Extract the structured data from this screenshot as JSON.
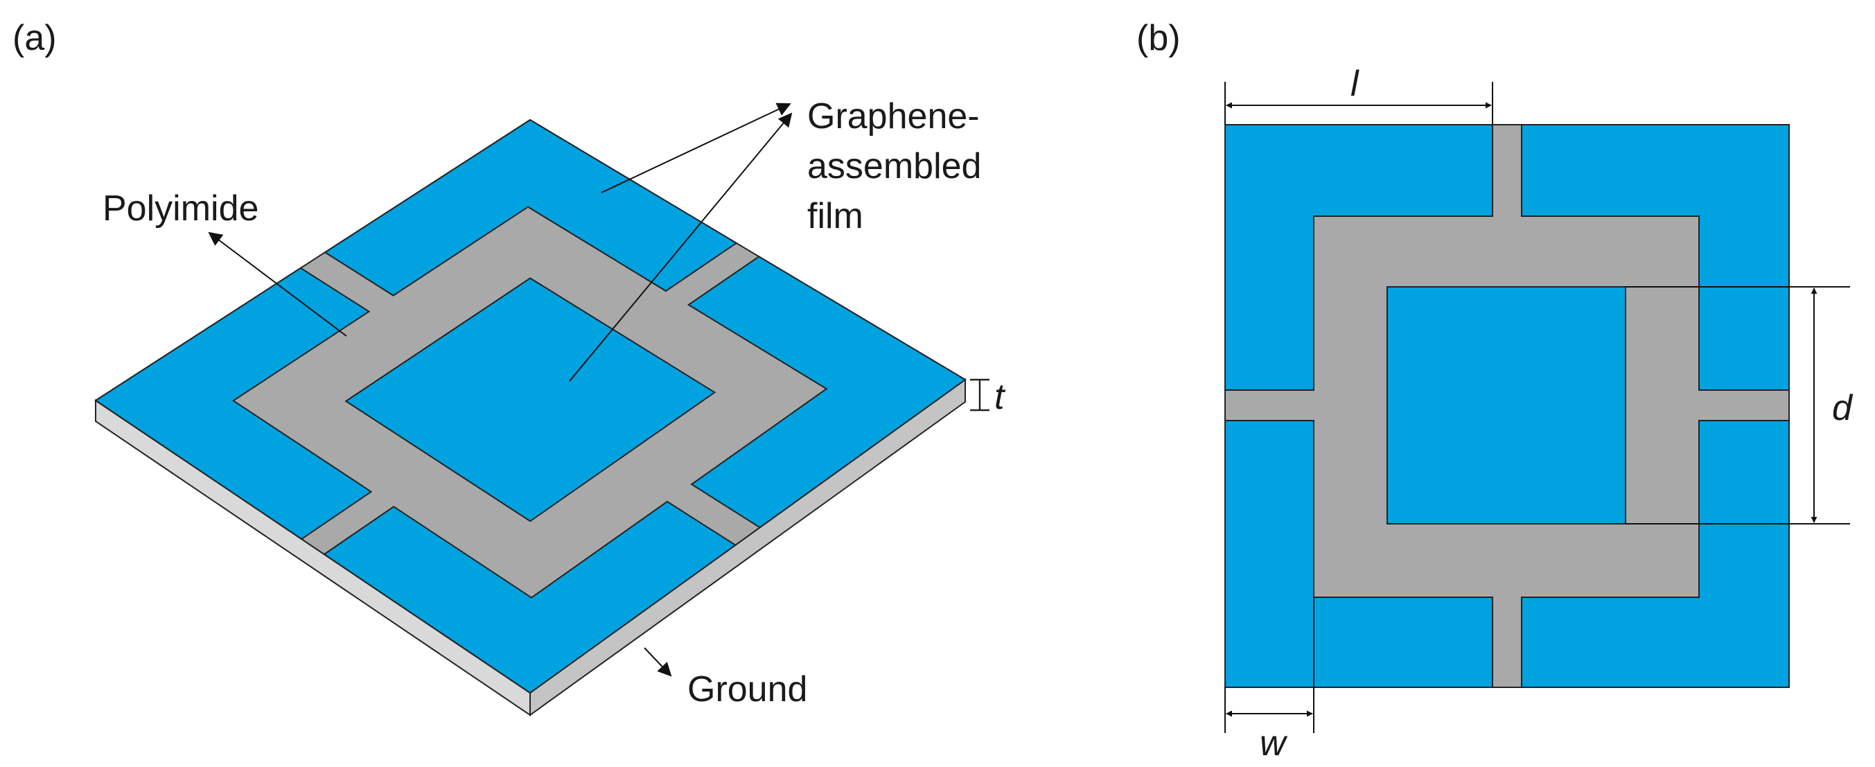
{
  "panel_a": {
    "label": "(a)",
    "labels": {
      "polyimide": "Polyimide",
      "graphene_line1": "Graphene-",
      "graphene_line2": "assembled",
      "graphene_line3": "film",
      "ground": "Ground",
      "thickness": "t"
    }
  },
  "panel_b": {
    "label": "(b)",
    "dims": {
      "l": "l",
      "d": "d",
      "w": "w"
    }
  },
  "colors": {
    "graphene": "#00A2E0",
    "polyimide": "#A9A9A9",
    "side_light": "#D9D9D9",
    "side_dark": "#BDBDBD",
    "outline": "#222222"
  }
}
